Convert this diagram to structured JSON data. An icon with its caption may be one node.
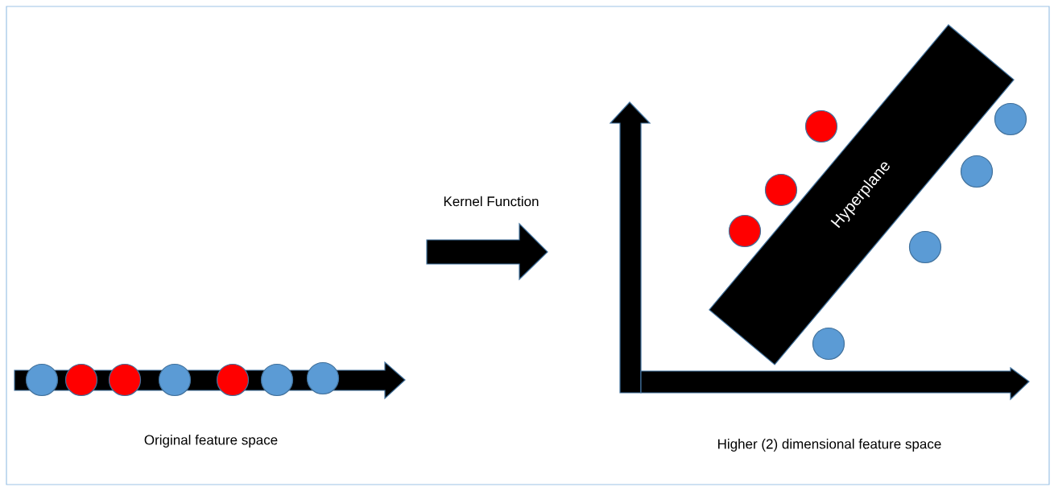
{
  "diagram": {
    "nodes": [
      {
        "text": [
          "Hyperplane"
        ]
      }
    ],
    "labels": [
      "Kernel Function",
      "Original feature space",
      "Higher (2) dimensional feature space"
    ]
  }
}
